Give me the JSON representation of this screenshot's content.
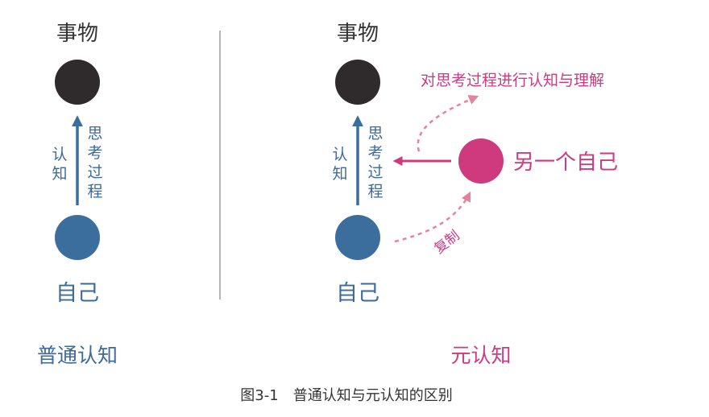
{
  "left_panel": {
    "object_label": "事物",
    "self_label": "自己",
    "cognition_label": [
      "认",
      "知"
    ],
    "thinking_label": [
      "思",
      "考",
      "过",
      "程"
    ],
    "panel_title": "普通认知"
  },
  "right_panel": {
    "object_label": "事物",
    "self_label": "自己",
    "cognition_label": [
      "认",
      "知"
    ],
    "thinking_label": [
      "思",
      "考",
      "过",
      "程"
    ],
    "panel_title": "元认知",
    "other_self_label": "另一个自己",
    "meta_label": "对思考过程进行认知与理解",
    "copy_label": "复制"
  },
  "caption": "图3-1　普通认知与元认知的区别",
  "colors": {
    "object_circle": "#2f2b2c",
    "self_circle": "#3b6e9c",
    "other_self_circle": "#cf3a7e",
    "blue_text": "#3d6a98",
    "dark_text": "#333333",
    "pink_text": "#cc3a80",
    "pink_dashed": "#e3849f",
    "divider": "#b5b5b5"
  }
}
